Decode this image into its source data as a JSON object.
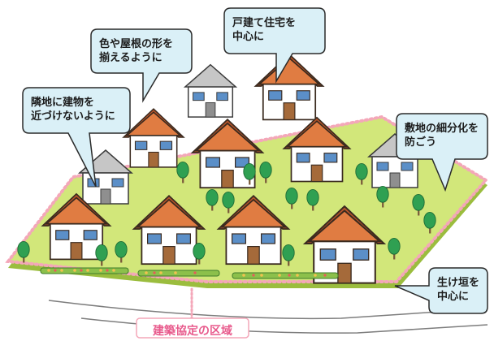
{
  "callouts": {
    "uniform_design": "色や屋根の形を\n揃えるように",
    "detached_houses": "戸建て住宅を\n中心に",
    "setback": "隣地に建物を\n近づけないように",
    "no_subdivision": "敷地の細分化を\n防ごう",
    "hedges": "生け垣を\n中心に"
  },
  "area_label": "建築協定の区域",
  "colors": {
    "callout_fill": "#daf0f7",
    "callout_stroke": "#2a2a2a",
    "ground": "#d2e77a",
    "ground_side": "#9bbd3e",
    "boundary": "#f4a7b9",
    "area_label": "#e85a8c",
    "roof_orange": "#e07c42",
    "roof_gray": "#c6c6c6",
    "wall": "#ffffff",
    "window": "#5b8fc8",
    "tree": "#2fa052",
    "trunk": "#7a5a3a",
    "road_line": "#7d7d7d"
  }
}
